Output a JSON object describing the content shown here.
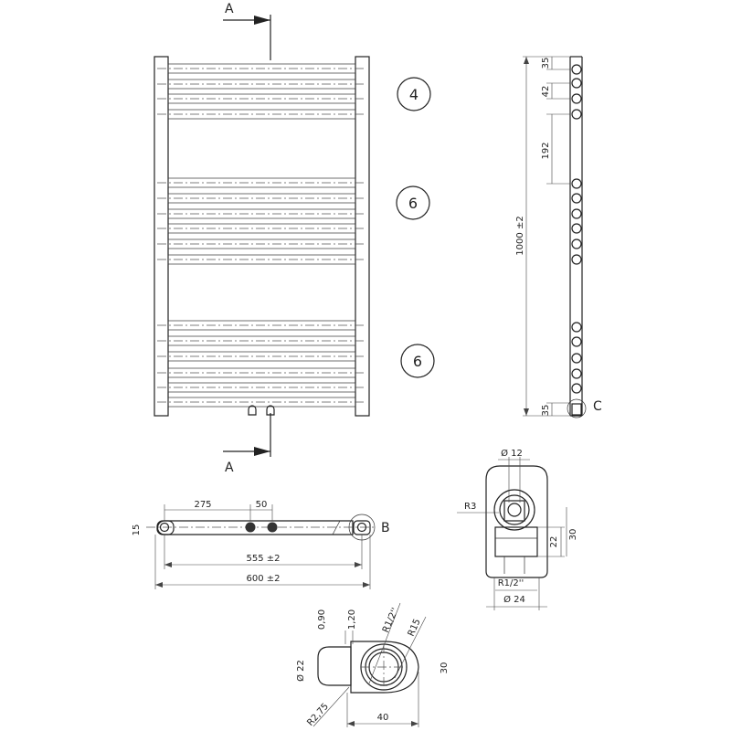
{
  "section_labels": {
    "a_top": "A",
    "a_bottom": "A",
    "b": "B",
    "c": "C"
  },
  "tube_groups": [
    "4",
    "6",
    "6"
  ],
  "side_dims": {
    "height": "1000 ±2",
    "d35_top": "35",
    "d42": "42",
    "d192": "192",
    "d35_bottom": "35"
  },
  "top_view_dims": {
    "d275": "275",
    "d50": "50",
    "d15": "15",
    "d555": "555 ±2",
    "d600": "600 ±2"
  },
  "detail_b": {
    "d12": "Ø 12",
    "r3": "R3",
    "d22": "22",
    "d30": "30",
    "r_thread": "R1/2''",
    "d24": "Ø 24"
  },
  "detail_c": {
    "d090": "0,90",
    "d120": "1,20",
    "r_thread": "R1/2''",
    "r15": "R15",
    "d22": "Ø 22",
    "d30": "30",
    "r275": "R2,75",
    "d40": "40"
  }
}
